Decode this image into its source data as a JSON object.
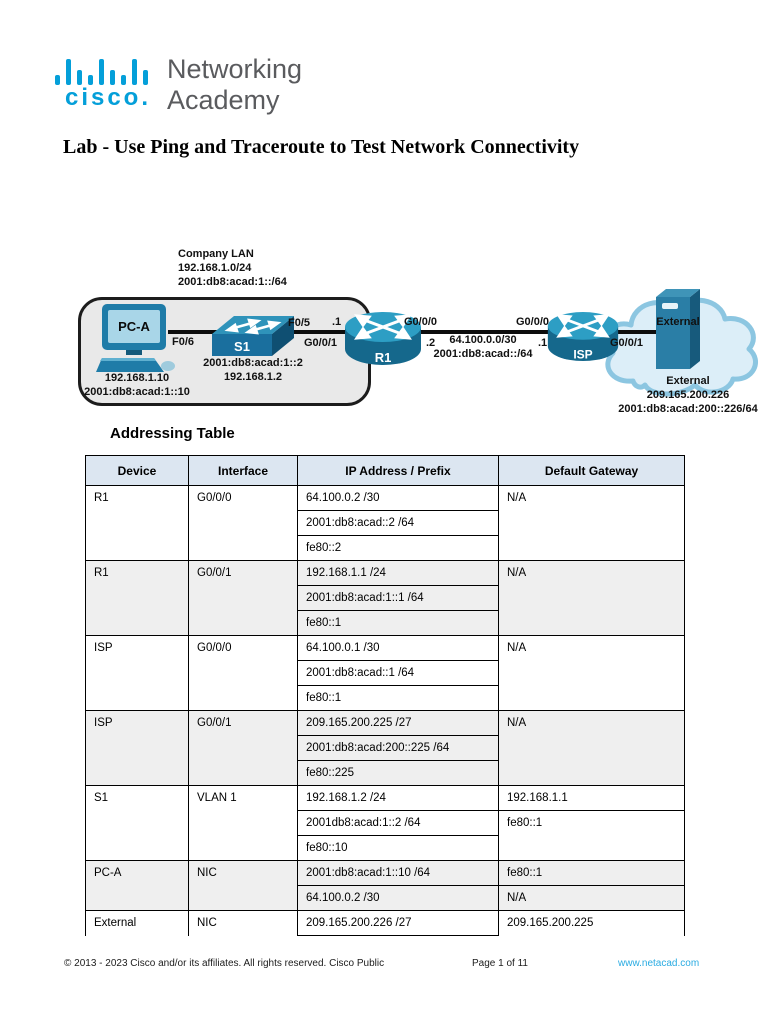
{
  "brand": {
    "logo_text": "cisco.",
    "line1": "Networking",
    "line2": "Academy"
  },
  "title": "Lab - Use Ping and Traceroute to Test Network Connectivity",
  "section_heading": "Addressing Table",
  "topology": {
    "lan": {
      "l1": "Company LAN",
      "l2": "192.168.1.0/24",
      "l3": "2001:db8:acad:1::/64"
    },
    "pc": {
      "name": "PC-A",
      "l1": "192.168.1.10",
      "l2": "2001:db8:acad:1::10"
    },
    "sw": {
      "name": "S1",
      "l1": "2001:db8:acad:1::2",
      "l2": "192.168.1.2"
    },
    "r1": {
      "name": "R1"
    },
    "isp": {
      "name": "ISP"
    },
    "ports": {
      "f06": "F0/6",
      "f05": "F0/5",
      "g001_r1": "G0/0/1",
      "dot1_r1": ".1",
      "g000_r1": "G0/0/0",
      "dot2_r1": ".2",
      "g000_isp": "G0/0/0",
      "dot1_isp": ".1",
      "g001_isp": "G0/0/1"
    },
    "wan": {
      "l1": "64.100.0.0/30",
      "l2": "2001:db8:acad::/64"
    },
    "ext": {
      "name": "External",
      "l1": "External",
      "l2": "209.165.200.226",
      "l3": "2001:db8:acad:200::226/64"
    }
  },
  "table": {
    "headers": [
      "Device",
      "Interface",
      "IP Address / Prefix",
      "Default Gateway"
    ],
    "groups": [
      {
        "device": "R1",
        "interface": "G0/0/0",
        "shaded": false,
        "ips": [
          "64.100.0.2 /30",
          "2001:db8:acad::2 /64",
          "fe80::2"
        ],
        "gateways": [
          {
            "text": "N/A",
            "span": 3
          }
        ]
      },
      {
        "device": "R1",
        "interface": "G0/0/1",
        "shaded": true,
        "ips": [
          "192.168.1.1 /24",
          "2001:db8:acad:1::1 /64",
          "fe80::1"
        ],
        "gateways": [
          {
            "text": "N/A",
            "span": 3
          }
        ]
      },
      {
        "device": "ISP",
        "interface": "G0/0/0",
        "shaded": false,
        "ips": [
          "64.100.0.1 /30",
          "2001:db8:acad::1 /64",
          "fe80::1"
        ],
        "gateways": [
          {
            "text": "N/A",
            "span": 3
          }
        ]
      },
      {
        "device": "ISP",
        "interface": "G0/0/1",
        "shaded": true,
        "ips": [
          "209.165.200.225 /27",
          "2001:db8:acad:200::225 /64",
          "fe80::225"
        ],
        "gateways": [
          {
            "text": "N/A",
            "span": 3
          }
        ]
      },
      {
        "device": "S1",
        "interface": "VLAN 1",
        "shaded": false,
        "ips": [
          "192.168.1.2 /24",
          "2001db8:acad:1::2 /64",
          "fe80::10"
        ],
        "gateways": [
          {
            "text": "192.168.1.1",
            "span": 1
          },
          {
            "text": "fe80::1",
            "span": 2
          }
        ]
      },
      {
        "device": "PC-A",
        "interface": "NIC",
        "shaded": true,
        "ips": [
          "2001:db8:acad:1::10 /64",
          "64.100.0.2 /30"
        ],
        "gateways": [
          {
            "text": "fe80::1",
            "span": 1
          },
          {
            "text": "N/A",
            "span": 1
          }
        ]
      },
      {
        "device": "External",
        "interface": "NIC",
        "shaded": false,
        "ips": [
          "209.165.200.226 /27"
        ],
        "gateways": [
          {
            "text": "209.165.200.225",
            "span": 1
          }
        ]
      }
    ]
  },
  "footer": {
    "copyright": "©  2013 - 2023 Cisco and/or its affiliates. All rights reserved. Cisco Public",
    "page_label": "Page 1 of 11",
    "link": "www.netacad.com"
  }
}
